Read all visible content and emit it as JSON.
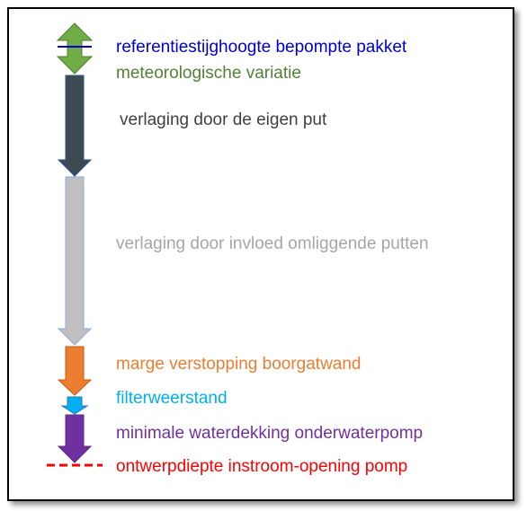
{
  "labels": {
    "reference": "referentiestijghoogte bepompte pakket",
    "meteo": "meteorologische variatie",
    "own_well": "verlaging door de eigen put",
    "surrounding": "verlaging door invloed omliggende putten",
    "clogging": "marge verstopping boorgatwand",
    "filter": "filterweerstand",
    "coverage": "minimale waterdekking onderwaterpomp",
    "design_depth": "ontwerpdiepte instroom-opening pomp"
  },
  "colors": {
    "reference": "#0000cc",
    "meteo": "#538135",
    "meteo_arrow": "#70ad47",
    "own_well": "#404040",
    "own_well_arrow": "#3d4a52",
    "surrounding": "#a6a6a6",
    "surrounding_arrow": "#bfbfbf",
    "clogging": "#ed7d31",
    "filter": "#00b0f0",
    "coverage": "#7030a0",
    "design_depth": "#ff0000"
  }
}
